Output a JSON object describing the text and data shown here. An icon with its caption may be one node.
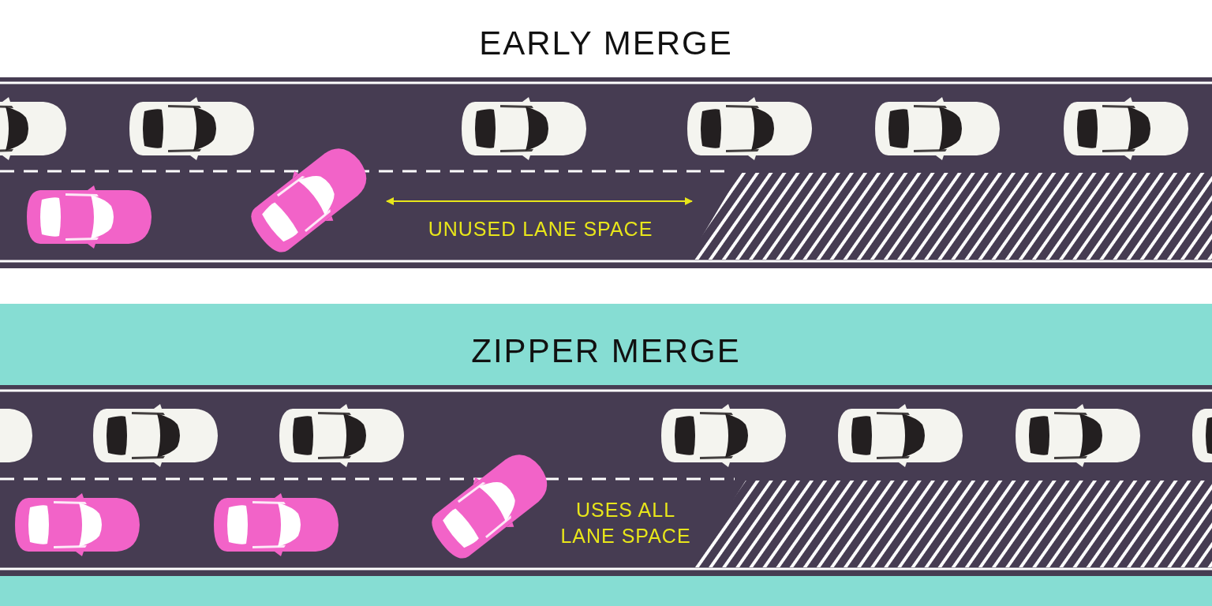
{
  "diagram": {
    "labels": [
      "EARLY MERGE",
      "UNUSED LANE SPACE",
      "ZIPPER MERGE",
      "USES ALL LANE SPACE"
    ]
  }
}
